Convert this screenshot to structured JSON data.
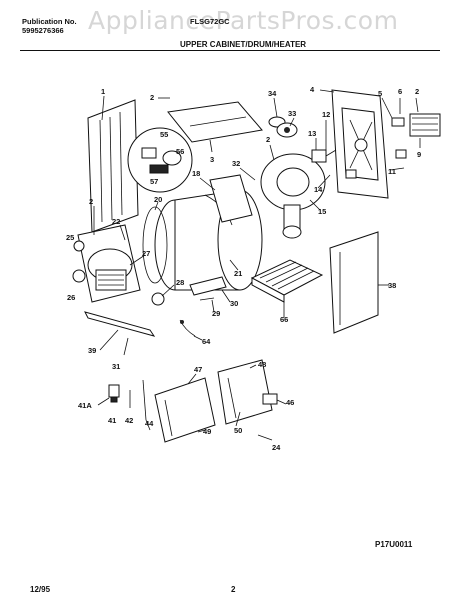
{
  "header": {
    "publication_label": "Publication No.",
    "publication_number": "5995276366",
    "model": "FLSG72GC",
    "watermark": "AppliancePartsPros.com",
    "section_title": "UPPER CABINET/DRUM/HEATER"
  },
  "callouts": [
    "1",
    "2",
    "3",
    "4",
    "5",
    "6",
    "2",
    "9",
    "12",
    "13",
    "34",
    "33",
    "2",
    "14",
    "15",
    "11",
    "55",
    "56",
    "57",
    "18",
    "32",
    "2",
    "22",
    "20",
    "27",
    "25",
    "26",
    "21",
    "38",
    "28",
    "30",
    "29",
    "66",
    "64",
    "39",
    "31",
    "48",
    "47",
    "46",
    "41A",
    "41",
    "42",
    "44",
    "49",
    "50",
    "24"
  ],
  "footer": {
    "figure_code": "P17U0011",
    "date": "12/95",
    "page": "2"
  }
}
